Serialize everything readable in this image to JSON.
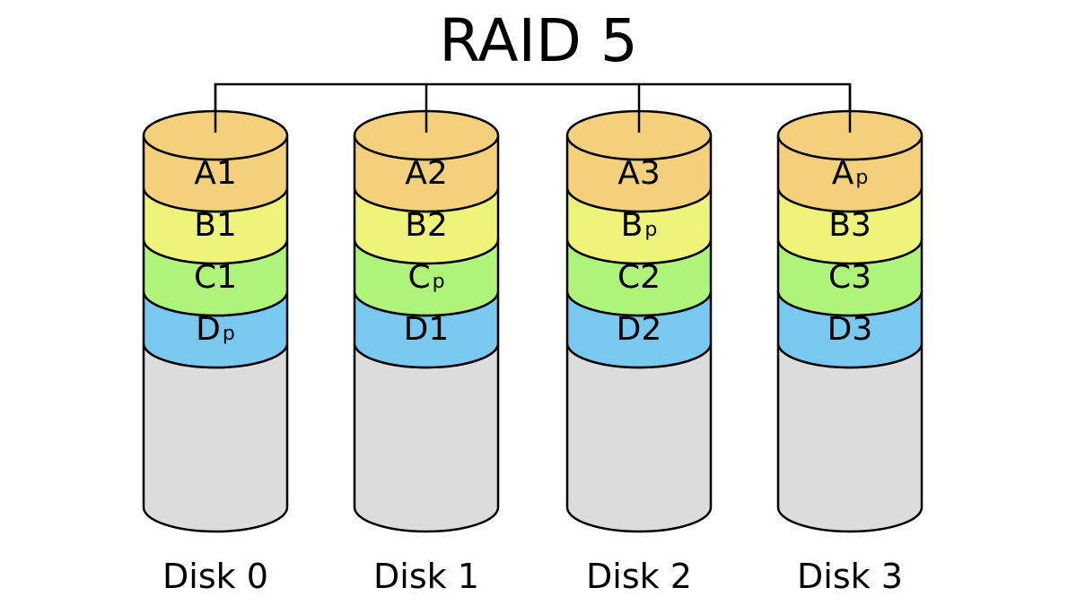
{
  "title": "RAID 5",
  "colors": {
    "A": "#f5d07c",
    "B": "#eef47a",
    "C": "#aef47a",
    "D": "#78c8f0",
    "empty": "#dcdcdc"
  },
  "disks": [
    {
      "label": "Disk 0",
      "blocks": [
        {
          "row": "A",
          "main": "A",
          "sub": "1"
        },
        {
          "row": "B",
          "main": "B",
          "sub": "1"
        },
        {
          "row": "C",
          "main": "C",
          "sub": "1"
        },
        {
          "row": "D",
          "main": "D",
          "sub": "p"
        }
      ]
    },
    {
      "label": "Disk 1",
      "blocks": [
        {
          "row": "A",
          "main": "A",
          "sub": "2"
        },
        {
          "row": "B",
          "main": "B",
          "sub": "2"
        },
        {
          "row": "C",
          "main": "C",
          "sub": "p"
        },
        {
          "row": "D",
          "main": "D",
          "sub": "1"
        }
      ]
    },
    {
      "label": "Disk 2",
      "blocks": [
        {
          "row": "A",
          "main": "A",
          "sub": "3"
        },
        {
          "row": "B",
          "main": "B",
          "sub": "p"
        },
        {
          "row": "C",
          "main": "C",
          "sub": "2"
        },
        {
          "row": "D",
          "main": "D",
          "sub": "2"
        }
      ]
    },
    {
      "label": "Disk 3",
      "blocks": [
        {
          "row": "A",
          "main": "A",
          "sub": "p"
        },
        {
          "row": "B",
          "main": "B",
          "sub": "3"
        },
        {
          "row": "C",
          "main": "C",
          "sub": "3"
        },
        {
          "row": "D",
          "main": "D",
          "sub": "3"
        }
      ]
    }
  ]
}
